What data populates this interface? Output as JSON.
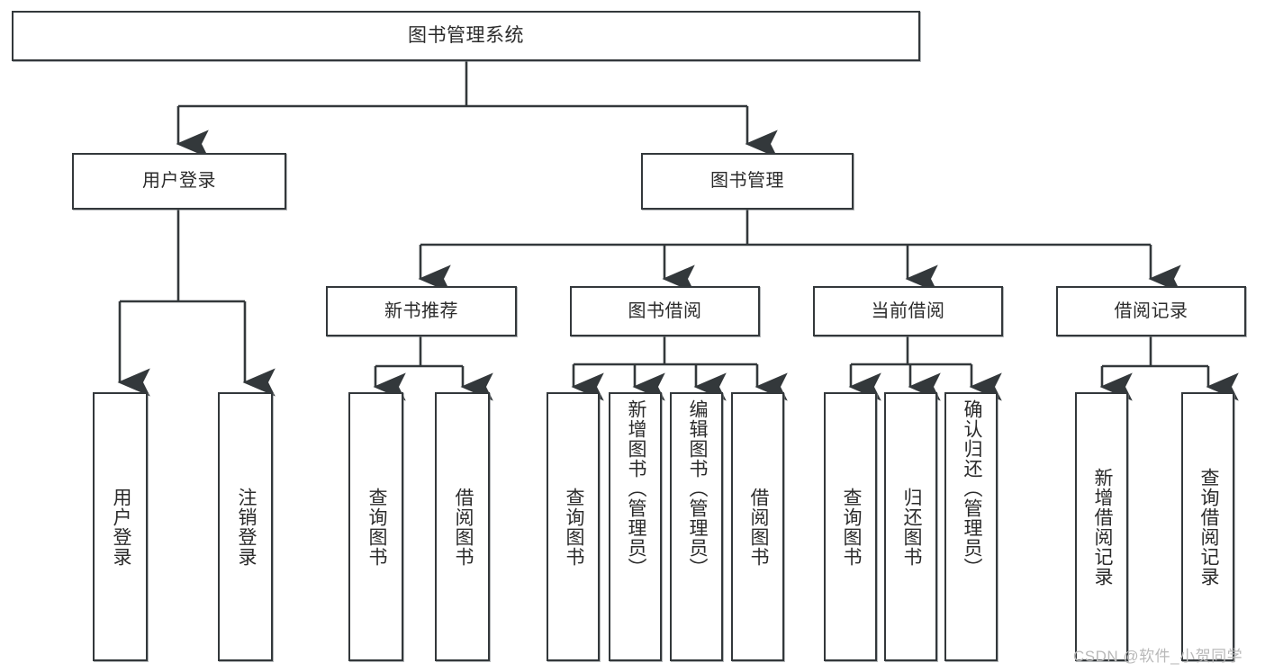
{
  "diagram": {
    "title": "图书管理系统",
    "type": "tree-hierarchy-diagram",
    "root": {
      "label": "图书管理系统"
    },
    "level2": [
      {
        "label": "用户登录"
      },
      {
        "label": "图书管理"
      }
    ],
    "level3": [
      {
        "label": "新书推荐"
      },
      {
        "label": "图书借阅"
      },
      {
        "label": "当前借阅"
      },
      {
        "label": "借阅记录"
      }
    ],
    "leaves": {
      "user_login": [
        {
          "label": "用户登录"
        },
        {
          "label": "注销登录"
        }
      ],
      "new_book_recommend": [
        {
          "label": "查询图书"
        },
        {
          "label": "借阅图书"
        }
      ],
      "book_borrow": [
        {
          "label": "查询图书"
        },
        {
          "label": "新增图书（管理员）"
        },
        {
          "label": "编辑图书（管理员）"
        },
        {
          "label": "借阅图书"
        }
      ],
      "current_borrow": [
        {
          "label": "查询图书"
        },
        {
          "label": "归还图书"
        },
        {
          "label": "确认归还（管理员）"
        }
      ],
      "borrow_record": [
        {
          "label": "新增借阅记录"
        },
        {
          "label": "查询借阅记录"
        }
      ]
    }
  },
  "watermark": {
    "text": "CSDN @软件_小贺同学"
  },
  "colors": {
    "stroke": "#33383b",
    "box_fill": "#ffffff",
    "text": "#2b2b2b",
    "watermark": "#b9b9b9",
    "background": "#ffffff"
  }
}
